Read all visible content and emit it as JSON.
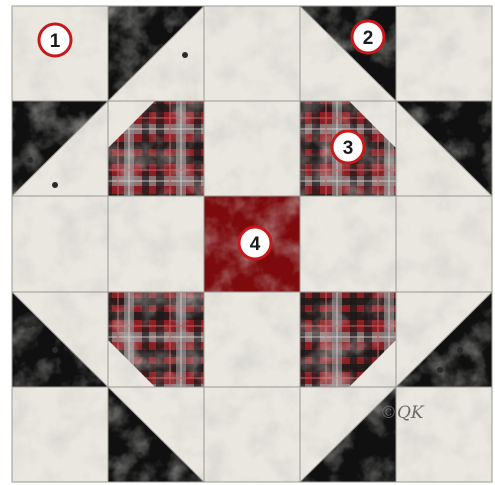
{
  "markers": [
    "1",
    "2",
    "3",
    "4"
  ],
  "watermark": "©QK",
  "colors": {
    "cream": "#e9e7df",
    "black": "#101010",
    "dark_red": "#7d0b0e",
    "plaid_red": "#8d1f24",
    "plaid_gray": "#8a8a8a",
    "seam": "#9a9893",
    "marker_ring": "#c8181c",
    "marker_fill": "#ffffff"
  }
}
